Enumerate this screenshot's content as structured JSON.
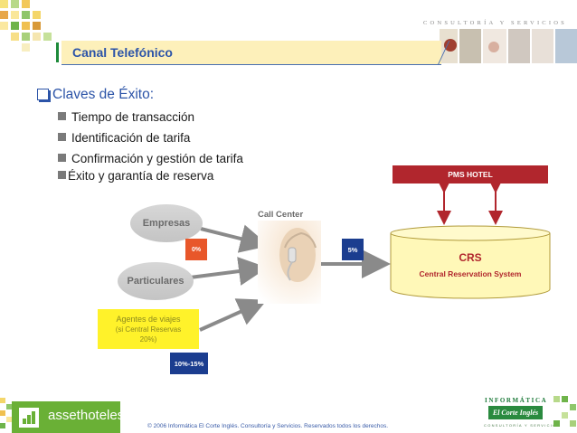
{
  "header": {
    "title": "Canal Telefónico",
    "brand": "CONSULTORÍA Y SERVICIOS"
  },
  "claves": {
    "heading": "Claves de Éxito:",
    "items": [
      "Tiempo de transacción",
      "Identificación de tarifa",
      "Confirmación y gestión de tarifa",
      "Éxito y garantía de reserva"
    ]
  },
  "diagram": {
    "empresas": "Empresas",
    "particulares": "Particulares",
    "agentes_line1": "Agentes de viajes",
    "agentes_line2": "(si Central Reservas",
    "agentes_line3": "20%)",
    "badge_particulares": "0%",
    "badge_agentes": "10%-15%",
    "badge_callcenter": "5%",
    "call_center": "Call Center",
    "pms_hotel": "PMS HOTEL",
    "crs_title": "CRS",
    "crs_subtitle": "Central Reservation System"
  },
  "footer": {
    "asset_logo": "assethoteles",
    "copyright": "© 2006 Informática El Corte Inglés. Consultoría y Servicios. Reservados todos los derechos.",
    "informatica": "INFORMÁTICA",
    "eci": "El Corte Inglés",
    "consultoria": "CONSULTORÍA Y SERVICIOS"
  },
  "colors": {
    "title_blue": "#2c54a8",
    "title_bg": "#fdf0ba",
    "pms_red": "#b1262d",
    "badge_orange": "#e8572a",
    "badge_navy": "#1b3d8f",
    "agentes_yellow": "#fff22a",
    "asset_green": "#6ab036"
  }
}
